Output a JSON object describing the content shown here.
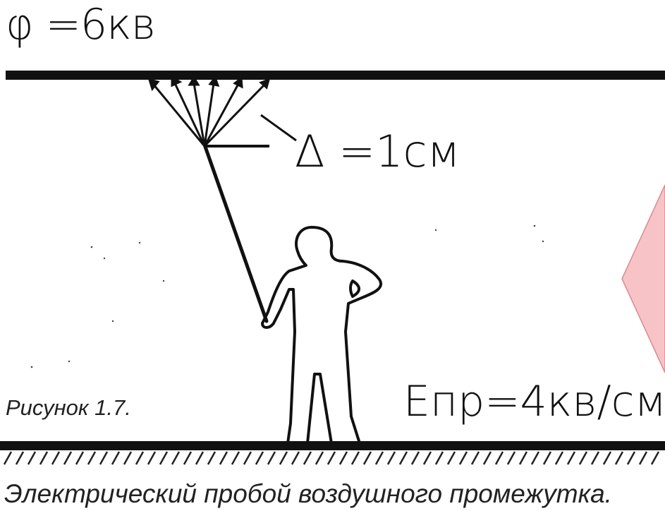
{
  "labels": {
    "potential": "φ =6кв",
    "gap": "Δ =1см",
    "field_strength": "Eпр=4кв/см",
    "figure_number": "Рисунок 1.7.",
    "caption": "Электрический пробой воздушного промежутка."
  },
  "colors": {
    "ink": "#111111",
    "callout_fill": "#f7c3c6",
    "callout_stroke": "#d98a90"
  },
  "icons": [
    "person-figure",
    "rod",
    "spark-arrows",
    "ground-hatching"
  ]
}
